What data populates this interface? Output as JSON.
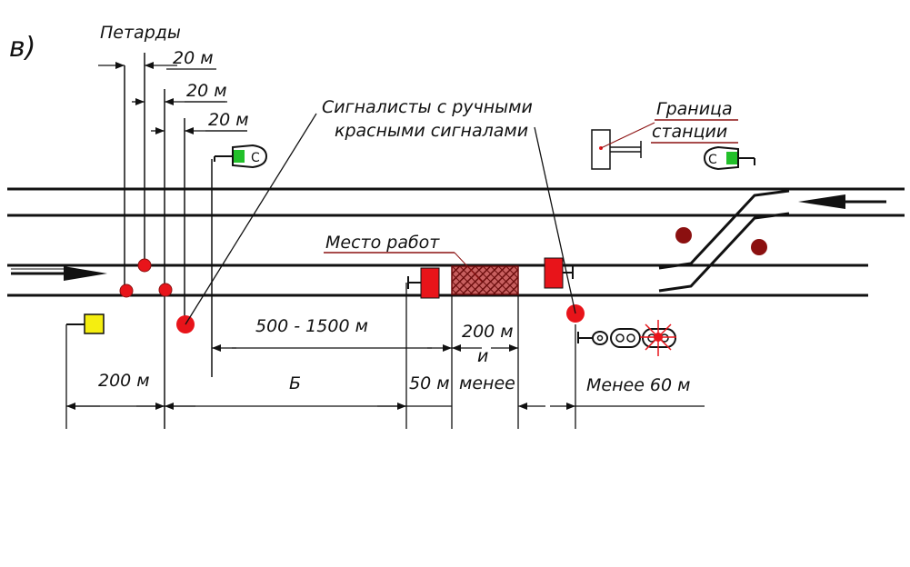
{
  "figure_letter": "в)",
  "labels": {
    "petards": "Петарды",
    "dist_20_a": "20 м",
    "dist_20_b": "20 м",
    "dist_20_c": "20 м",
    "signalmen_1": "Сигналисты с ручными",
    "signalmen_2": "красными сигналами",
    "station_border_1": "Граница",
    "station_border_2": "станции",
    "work_site": "Место работ",
    "range_500_1500": "500 - 1500 м",
    "dist_200_and_less_1": "200 м",
    "dist_200_and_less_2": "и",
    "dist_200_and_less_3": "менее",
    "dist_200": "200 м",
    "dist_b": "Б",
    "dist_50": "50 м",
    "less_60": "Менее 60 м",
    "signal_letter": "С"
  },
  "colors": {
    "red": "#e8141a",
    "dark_red": "#8b1010",
    "green": "#22c02a",
    "yellow": "#f5ee10",
    "hatch": "#8b1a1a"
  }
}
